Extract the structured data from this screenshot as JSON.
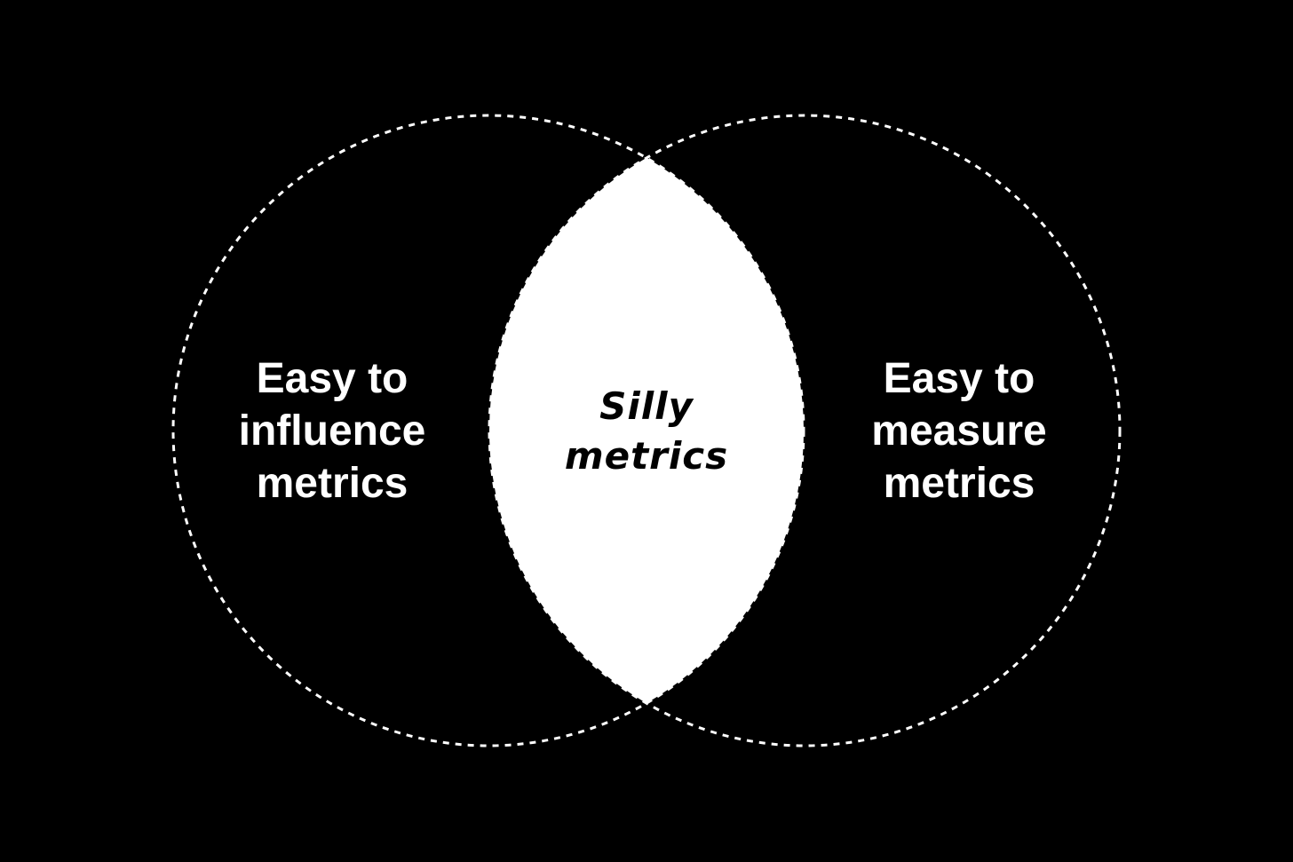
{
  "diagram": {
    "type": "venn",
    "colors": {
      "background": "#000000",
      "outline": "#ffffff",
      "intersection_fill": "#ffffff",
      "label_text": "#ffffff",
      "intersection_text": "#000000"
    },
    "left_set": {
      "line1": "Easy to",
      "line2": "influence",
      "line3": "metrics"
    },
    "right_set": {
      "line1": "Easy to",
      "line2": "measure",
      "line3": "metrics"
    },
    "intersection": {
      "line1": "Silly",
      "line2": "metrics"
    }
  }
}
